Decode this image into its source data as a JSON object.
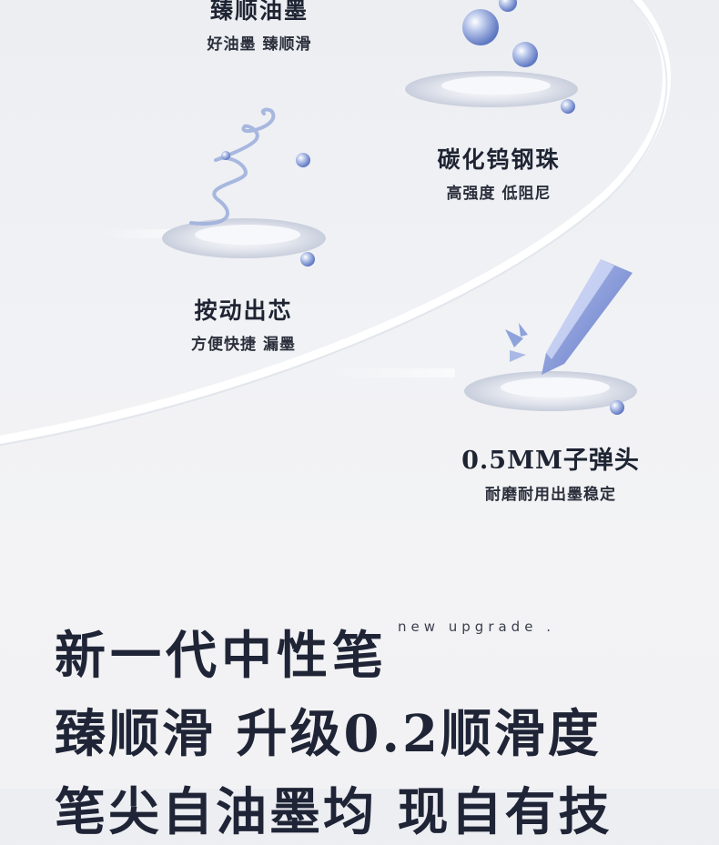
{
  "features": {
    "ink": {
      "title": "臻顺油墨",
      "subtitle": "好油墨  臻顺滑",
      "icon": "ink-droplets-icon"
    },
    "ball": {
      "title": "碳化钨钢珠",
      "subtitle": "高强度  低阻尼",
      "icon": "spring-icon"
    },
    "press": {
      "title": "按动出芯",
      "subtitle": "方便快捷  漏墨",
      "icon": "spring-coil-icon"
    },
    "tip": {
      "title": "0.5MM子弹头",
      "subtitle": "耐磨耐用出墨稳定",
      "icon": "pen-tip-icon"
    }
  },
  "headline": {
    "line1": "新一代中性笔",
    "line2": "臻顺滑 升级0.2顺滑度",
    "line3": "笔尖自油墨均  现自有技",
    "tagline": "new upgrade ."
  },
  "colors": {
    "text": "#1f2536",
    "accent": "#6f86c6",
    "background": "#eef0f3"
  }
}
